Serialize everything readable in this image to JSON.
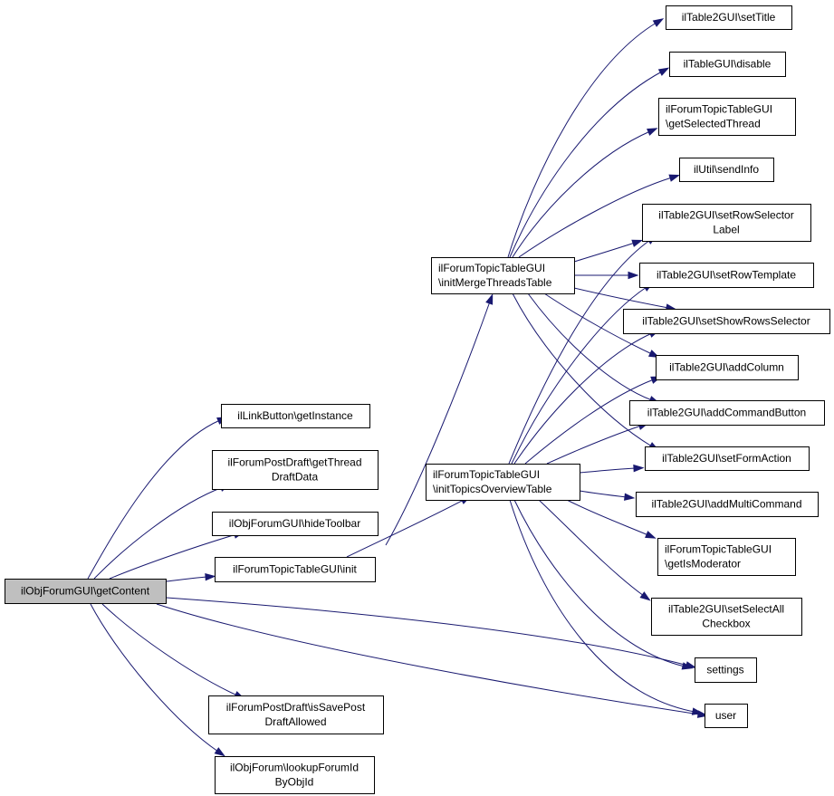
{
  "graph": {
    "colors": {
      "edge": "#191970",
      "root_fill": "#bfbfbf",
      "node_fill": "#ffffff",
      "node_border": "#000000"
    },
    "nodes": {
      "getContent": [
        "ilObjForumGUI\\getContent"
      ],
      "linkButton": [
        "ilLinkButton\\getInstance"
      ],
      "getThreadDraft": [
        "ilForumPostDraft\\getThread",
        "DraftData"
      ],
      "hideToolbar": [
        "ilObjForumGUI\\hideToolbar"
      ],
      "topicInit": [
        "ilForumTopicTableGUI\\init"
      ],
      "isSavePost": [
        "ilForumPostDraft\\isSavePost",
        "DraftAllowed"
      ],
      "lookupForumId": [
        "ilObjForum\\lookupForumId",
        "ByObjId"
      ],
      "initMerge": [
        "ilForumTopicTableGUI",
        "\\initMergeThreadsTable"
      ],
      "initTopics": [
        "ilForumTopicTableGUI",
        "\\initTopicsOverviewTable"
      ],
      "setTitle": [
        "ilTable2GUI\\setTitle"
      ],
      "disable": [
        "ilTableGUI\\disable"
      ],
      "getSelectedThread": [
        "ilForumTopicTableGUI",
        "\\getSelectedThread"
      ],
      "sendInfo": [
        "ilUtil\\sendInfo"
      ],
      "setRowSelector": [
        "ilTable2GUI\\setRowSelector",
        "Label"
      ],
      "setRowTemplate": [
        "ilTable2GUI\\setRowTemplate"
      ],
      "setShowRows": [
        "ilTable2GUI\\setShowRowsSelector"
      ],
      "addColumn": [
        "ilTable2GUI\\addColumn"
      ],
      "addCommandButton": [
        "ilTable2GUI\\addCommandButton"
      ],
      "setFormAction": [
        "ilTable2GUI\\setFormAction"
      ],
      "addMultiCommand": [
        "ilTable2GUI\\addMultiCommand"
      ],
      "getIsModerator": [
        "ilForumTopicTableGUI",
        "\\getIsModerator"
      ],
      "setSelectAll": [
        "ilTable2GUI\\setSelectAll",
        "Checkbox"
      ],
      "settings": [
        "settings"
      ],
      "user": [
        "user"
      ]
    },
    "edges": [
      [
        "getContent",
        "linkButton"
      ],
      [
        "getContent",
        "getThreadDraft"
      ],
      [
        "getContent",
        "hideToolbar"
      ],
      [
        "getContent",
        "topicInit"
      ],
      [
        "getContent",
        "isSavePost"
      ],
      [
        "getContent",
        "lookupForumId"
      ],
      [
        "getContent",
        "settings"
      ],
      [
        "getContent",
        "user"
      ],
      [
        "topicInit",
        "initMerge"
      ],
      [
        "topicInit",
        "initTopics"
      ],
      [
        "initMerge",
        "setTitle"
      ],
      [
        "initMerge",
        "disable"
      ],
      [
        "initMerge",
        "getSelectedThread"
      ],
      [
        "initMerge",
        "sendInfo"
      ],
      [
        "initMerge",
        "setRowSelector"
      ],
      [
        "initMerge",
        "setRowTemplate"
      ],
      [
        "initMerge",
        "setShowRows"
      ],
      [
        "initMerge",
        "addColumn"
      ],
      [
        "initMerge",
        "addCommandButton"
      ],
      [
        "initMerge",
        "setFormAction"
      ],
      [
        "initTopics",
        "setRowSelector"
      ],
      [
        "initTopics",
        "setRowTemplate"
      ],
      [
        "initTopics",
        "setShowRows"
      ],
      [
        "initTopics",
        "addColumn"
      ],
      [
        "initTopics",
        "addCommandButton"
      ],
      [
        "initTopics",
        "setFormAction"
      ],
      [
        "initTopics",
        "addMultiCommand"
      ],
      [
        "initTopics",
        "getIsModerator"
      ],
      [
        "initTopics",
        "setSelectAll"
      ],
      [
        "initTopics",
        "settings"
      ],
      [
        "initTopics",
        "user"
      ]
    ]
  }
}
